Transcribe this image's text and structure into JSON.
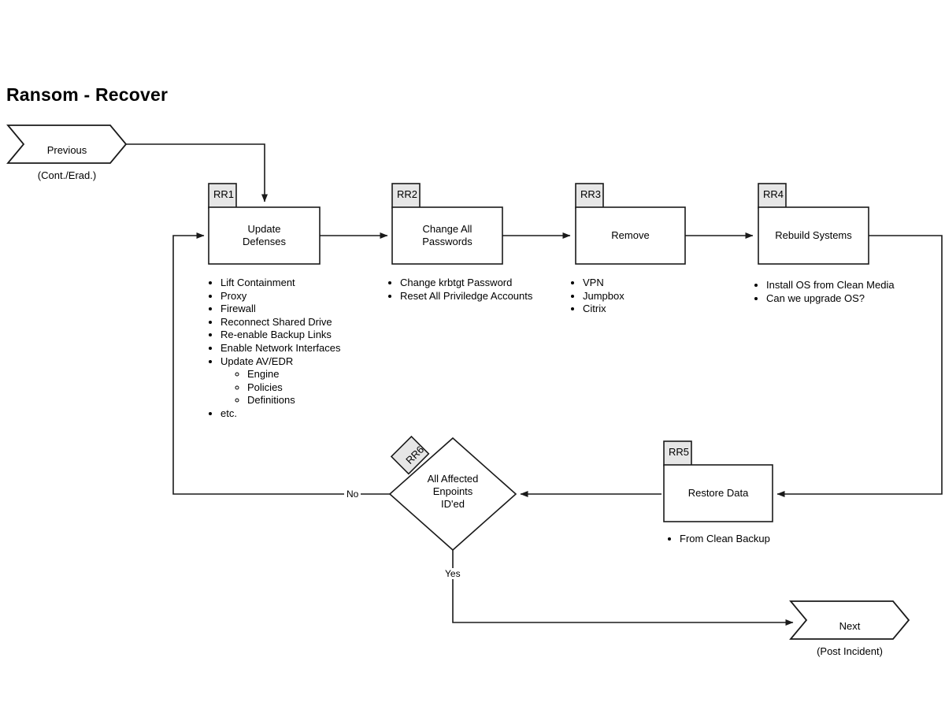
{
  "title": "Ransom - Recover",
  "colors": {
    "stroke": "#1a1a1a",
    "tab_fill": "#e6e6e6",
    "node_fill": "#ffffff",
    "background": "#ffffff",
    "text": "#000000"
  },
  "terminators": {
    "previous": {
      "line1": "Previous",
      "line2": "(Cont./Erad.)"
    },
    "next": {
      "line1": "Next",
      "line2": "(Post Incident)"
    }
  },
  "nodes": [
    {
      "id": "RR1",
      "label": "Update\nDefenses",
      "shape": "process",
      "bullets": [
        {
          "text": "Lift Containment"
        },
        {
          "text": "Proxy"
        },
        {
          "text": "Firewall"
        },
        {
          "text": "Reconnect Shared Drive"
        },
        {
          "text": "Re-enable Backup Links"
        },
        {
          "text": "Enable Network Interfaces"
        },
        {
          "text": "Update AV/EDR",
          "children": [
            "Engine",
            "Policies",
            "Definitions"
          ]
        },
        {
          "text": "etc."
        }
      ]
    },
    {
      "id": "RR2",
      "label": "Change All\nPasswords",
      "shape": "process",
      "bullets": [
        {
          "text": "Change krbtgt Password"
        },
        {
          "text": "Reset All Priviledge Accounts"
        }
      ]
    },
    {
      "id": "RR3",
      "label": "Remove",
      "shape": "process",
      "bullets": [
        {
          "text": "VPN"
        },
        {
          "text": "Jumpbox"
        },
        {
          "text": "Citrix"
        }
      ]
    },
    {
      "id": "RR4",
      "label": "Rebuild Systems",
      "shape": "process",
      "bullets": [
        {
          "text": "Install OS from Clean Media"
        },
        {
          "text": "Can we upgrade OS?"
        }
      ]
    },
    {
      "id": "RR5",
      "label": "Restore Data",
      "shape": "process",
      "bullets": [
        {
          "text": "From Clean Backup"
        }
      ]
    },
    {
      "id": "RR6",
      "label": "All Affected\nEnpoints\nID'ed",
      "shape": "decision",
      "bullets": []
    }
  ],
  "edge_labels": {
    "no": "No",
    "yes": "Yes"
  }
}
